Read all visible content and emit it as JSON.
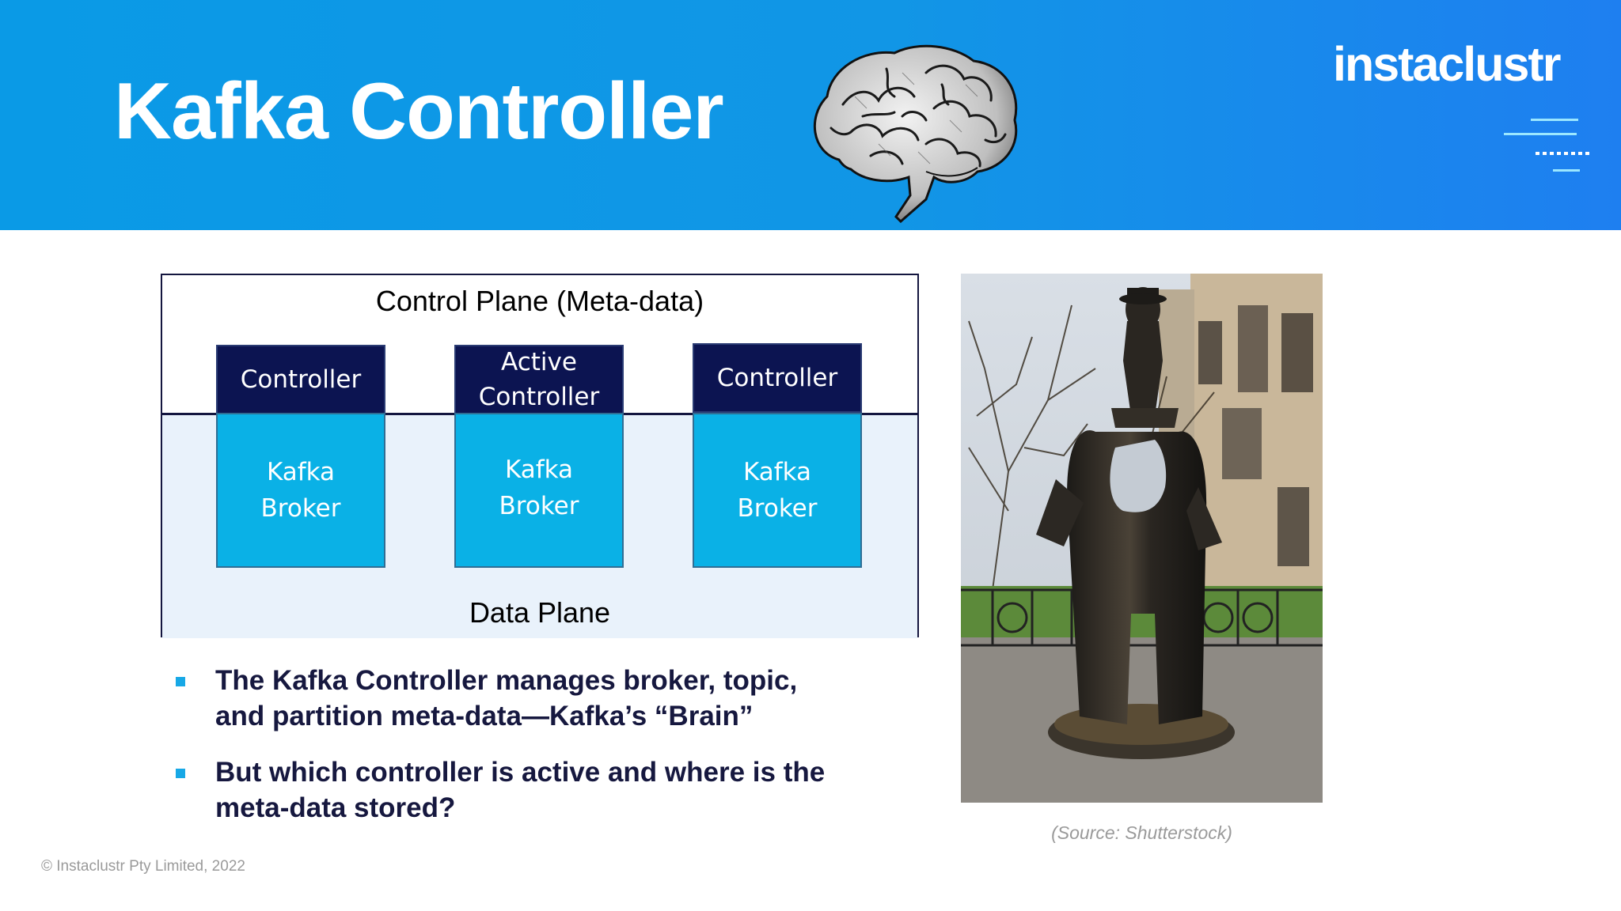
{
  "header": {
    "title": "Kafka Controller",
    "logo_text": "instaclustr",
    "brand_color": "#0a9ae6"
  },
  "diagram": {
    "control_plane_label": "Control Plane (Meta-data)",
    "data_plane_label": "Data Plane",
    "controllers": [
      {
        "label_line1": "Controller",
        "label_line2": ""
      },
      {
        "label_line1": "Active",
        "label_line2": "Controller"
      },
      {
        "label_line1": "Controller",
        "label_line2": ""
      }
    ],
    "brokers": [
      {
        "line1": "Kafka",
        "line2": "Broker"
      },
      {
        "line1": "Kafka",
        "line2": "Broker"
      },
      {
        "line1": "Kafka",
        "line2": "Broker"
      }
    ],
    "colors": {
      "controller": "#0c1451",
      "broker": "#0ab1e6",
      "data_plane_bg": "#e9f2fb"
    }
  },
  "bullets": [
    {
      "line1": "The Kafka Controller manages broker, topic,",
      "line2": "and partition meta-data—Kafka’s “Brain”"
    },
    {
      "line1": "But which controller is active and where is the",
      "line2": "meta-data stored?"
    }
  ],
  "photo": {
    "icon": "kafka-statue-photo",
    "source": "(Source: Shutterstock)"
  },
  "footer": {
    "copyright": "© Instaclustr Pty Limited, 2022"
  }
}
